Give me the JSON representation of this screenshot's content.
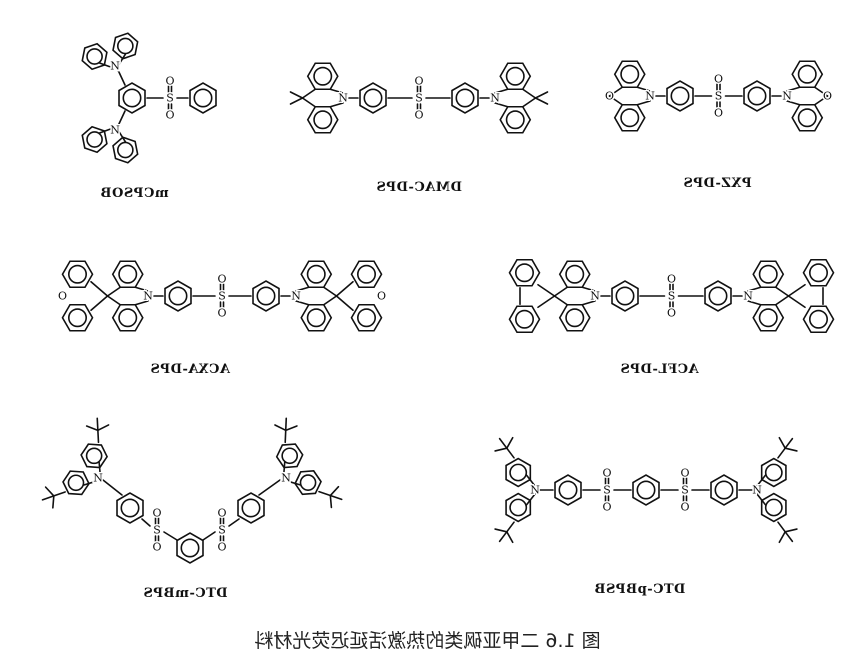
{
  "compounds": {
    "mcpsob": "mCPSOB",
    "dmac_dps": "DMAC-DPS",
    "pxz_dps": "PXZ-DPS",
    "acxa_dps": "ACXA-DPS",
    "acfl_dps": "ACFL-DPS",
    "dtc_mbps": "DTC-mBPS",
    "dtc_pbpsb": "DTC-pBPSB"
  },
  "atoms": {
    "nitrogen": "N",
    "oxygen": "O",
    "sulfur": "S"
  },
  "caption": "图 1.6  二甲亚砜类的热激活延迟荧光材料",
  "note_mirrored": true
}
